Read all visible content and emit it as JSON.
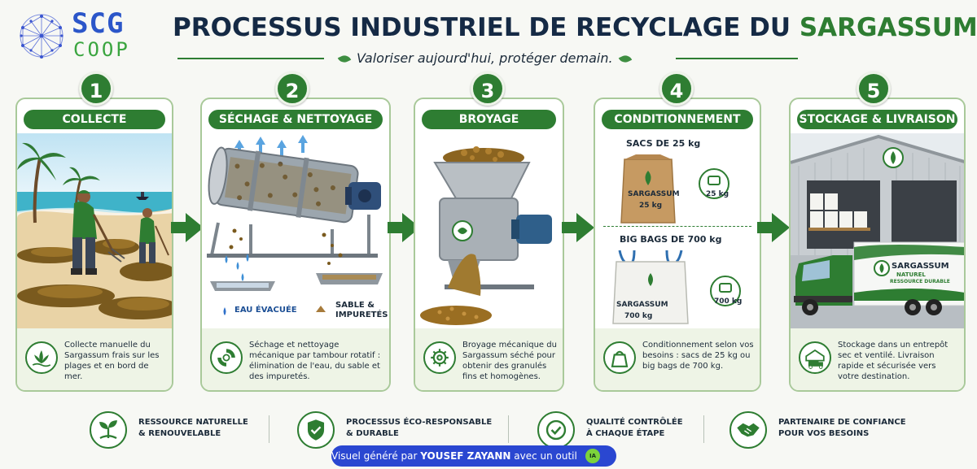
{
  "header": {
    "logo_line1": "SCG",
    "logo_line2": "COOP",
    "title_main": "PROCESSUS INDUSTRIEL DE RECYCLAGE DU ",
    "title_accent": "SARGASSUM",
    "tagline": "Valoriser aujourd'hui, protéger demain."
  },
  "steps": [
    {
      "number": "1",
      "title": "COLLECTE",
      "description": "Collecte manuelle du Sargassum frais sur les plages et en bord de mer."
    },
    {
      "number": "2",
      "title": "SÉCHAGE & NETTOYAGE",
      "description": "Séchage et nettoyage mécanique par tambour rotatif : élimination de l'eau, du sable et des impuretés.",
      "labels": {
        "water": "EAU ÉVACUÉE",
        "sand_line1": "SABLE &",
        "sand_line2": "IMPURETÉS"
      }
    },
    {
      "number": "3",
      "title": "BROYAGE",
      "description": "Broyage mécanique du Sargassum séché pour obtenir des granulés fins et homogènes."
    },
    {
      "number": "4",
      "title": "CONDITIONNEMENT",
      "description": "Conditionnement selon vos besoins : sacs de 25 kg ou big bags de 700 kg.",
      "labels": {
        "bags_title": "SACS DE 25 kg",
        "bag_brand": "SARGASSUM",
        "bag_weight": "25 kg",
        "scale_small": "25 kg",
        "bigbags_title": "BIG BAGS DE 700 kg",
        "bigbag_brand": "SARGASSUM",
        "bigbag_weight": "700 kg",
        "scale_big": "700 kg"
      }
    },
    {
      "number": "5",
      "title": "STOCKAGE & LIVRAISON",
      "description": "Stockage dans un entrepôt sec et ventilé. Livraison rapide et sécurisée vers votre destination.",
      "labels": {
        "truck_brand": "SARGASSUM",
        "truck_line2": "NATUREL",
        "truck_line3": "RESSOURCE DURABLE"
      }
    }
  ],
  "features": [
    {
      "line1": "RESSOURCE NATURELLE",
      "line2": "& RENOUVELABLE",
      "icon": "plant-icon"
    },
    {
      "line1": "PROCESSUS ÉCO-RESPONSABLE",
      "line2": "& DURABLE",
      "icon": "shield-check-icon"
    },
    {
      "line1": "QUALITÉ CONTRÔLÉE",
      "line2": "À CHAQUE ÉTAPE",
      "icon": "check-circle-icon"
    },
    {
      "line1": "PARTENAIRE DE CONFIANCE",
      "line2": "POUR VOS BESOINS",
      "icon": "handshake-icon"
    }
  ],
  "credit": {
    "prefix": "Visuel généré par ",
    "author": "YOUSEF ZAYANN",
    "suffix": " avec un outil",
    "badge": "IA"
  },
  "colors": {
    "primary_green": "#2e7d32",
    "navy": "#152a45",
    "logo_blue": "#2b56c9",
    "credit_blue": "#2a47d1"
  }
}
